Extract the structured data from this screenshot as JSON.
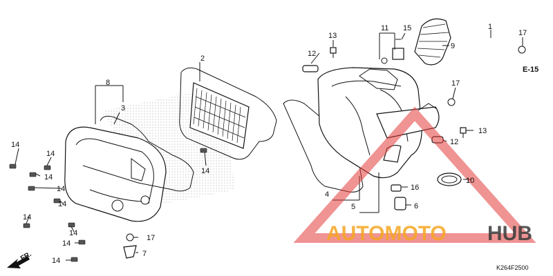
{
  "diagram": {
    "callouts": {
      "c1": "1",
      "c2": "2",
      "c3": "3",
      "c4": "4",
      "c5": "5",
      "c6": "6",
      "c7": "7",
      "c8": "8",
      "c9": "9",
      "c10": "10",
      "c11": "11",
      "c12a": "12",
      "c12b": "12",
      "c13a": "13",
      "c13b": "13",
      "c14a": "14",
      "c14b": "14",
      "c14c": "14",
      "c14d": "14",
      "c14e": "14",
      "c14f": "14",
      "c14g": "14",
      "c14h": "14",
      "c14i": "14",
      "c14j": "14",
      "c15": "15",
      "c16": "16",
      "c17a": "17",
      "c17b": "17",
      "c17c": "17"
    },
    "reference": "E-15",
    "front_label": "FR.",
    "figure_code": "K264F2500"
  },
  "watermark": {
    "part1": "AUTOMOTO",
    "part2": "HUB",
    "colors": {
      "accent": "#f5a623",
      "dark": "#3a3a3a",
      "triangle": "#e23b3b"
    }
  }
}
